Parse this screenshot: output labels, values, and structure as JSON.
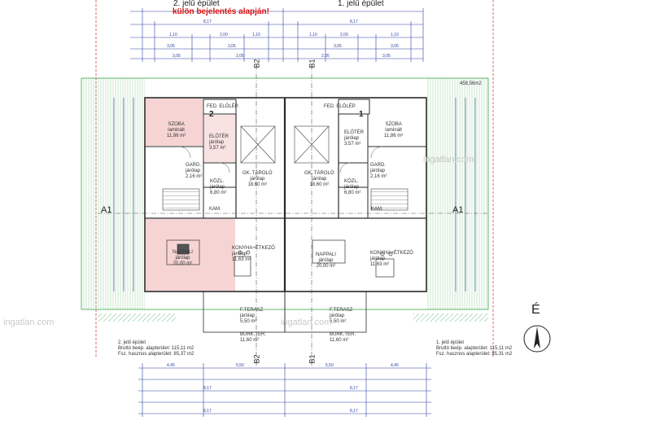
{
  "header": {
    "building2_label": "2. jelű épület",
    "building1_label": "1. jelű épület",
    "note": "külön bejelentés alapján!"
  },
  "area_label": "458,56m2",
  "axes": {
    "a_left": "A1",
    "a_right": "A1",
    "b2_top": "B2",
    "b1_top": "B1",
    "b2_bottom": "B2",
    "b1_bottom": "B1"
  },
  "rooms": {
    "szoba_left": {
      "name": "SZOBA",
      "floor": "laminált",
      "area": "11,86 m²"
    },
    "szoba_right": {
      "name": "SZOBA",
      "floor": "laminált",
      "area": "11,86 m²"
    },
    "eloter_left": {
      "name": "ELŐTÉR",
      "floor": "járólap",
      "area": "3,57 m²"
    },
    "eloter_right": {
      "name": "ELŐTÉR",
      "floor": "járólap",
      "area": "3,57 m²"
    },
    "fed_elolep_left": {
      "name": "FED. ELŐLÉP."
    },
    "fed_elolep_right": {
      "name": "FED. ELŐLÉP."
    },
    "gard_left": {
      "name": "GARD.",
      "floor": "járólap",
      "area": "2,16 m²"
    },
    "gard_right": {
      "name": "GARD.",
      "floor": "járólap",
      "area": "2,16 m²"
    },
    "tarolo_left": {
      "name": "GK. TÁROLÓ",
      "floor": "járólap",
      "area": "18,60 m²"
    },
    "tarolo_right": {
      "name": "GK. TÁROLÓ",
      "floor": "járólap",
      "area": "18,60 m²"
    },
    "kozl_left": {
      "name": "KÖZL.",
      "floor": "járólap",
      "area": "6,80 m²"
    },
    "kozl_right": {
      "name": "KÖZL.",
      "floor": "járólap",
      "area": "6,80 m²"
    },
    "kam_left": {
      "name": "KAM."
    },
    "kam_right": {
      "name": "KAM."
    },
    "nappali_left": {
      "name": "NAPPALI",
      "floor": "járólap",
      "area": "20,00 m²"
    },
    "nappali_right": {
      "name": "NAPPALI",
      "floor": "járólap",
      "area": "20,00 m²"
    },
    "konyha_left": {
      "name": "KONYHA+ÉTKEZŐ",
      "floor": "járólap",
      "area": "11,63 m²"
    },
    "konyha_right": {
      "name": "KONYHA+ÉTKEZŐ",
      "floor": "járólap",
      "area": "11,63 m²"
    },
    "terasz_left": {
      "name": "F.TERASZ",
      "floor": "járólap",
      "area": "5,50 m²"
    },
    "terasz_right": {
      "name": "F.TERASZ",
      "floor": "járólap",
      "area": "5,50 m²"
    },
    "burk_left": {
      "name": "BURK.TER.",
      "area": "11,60 m²"
    },
    "burk_right": {
      "name": "BURK.TER.",
      "area": "11,60 m²"
    }
  },
  "markers": {
    "num2": "2",
    "num1": "1"
  },
  "footer_left": {
    "line1": "2. jelű épület",
    "line2": "Bruttó beép. alapterület: 115,11 m2",
    "line3": "Fsz. hasznos alapterület: 85,37 m2"
  },
  "footer_right": {
    "line1": "1. jelű épület",
    "line2": "Bruttó beép. alapterület: 115,11 m2",
    "line3": "Fsz. hasznos alapterület: 85,31 m2"
  },
  "north_label": "É",
  "watermarks": {
    "left": "ingatlan.com",
    "right": "ingatlan.com",
    "center": "ingatlan.com"
  },
  "colors": {
    "line": "#2a2a2a",
    "dim": "#2b3fa0",
    "pink": "#f3c6c6",
    "green": "#3aa64a",
    "red": "#d11"
  }
}
